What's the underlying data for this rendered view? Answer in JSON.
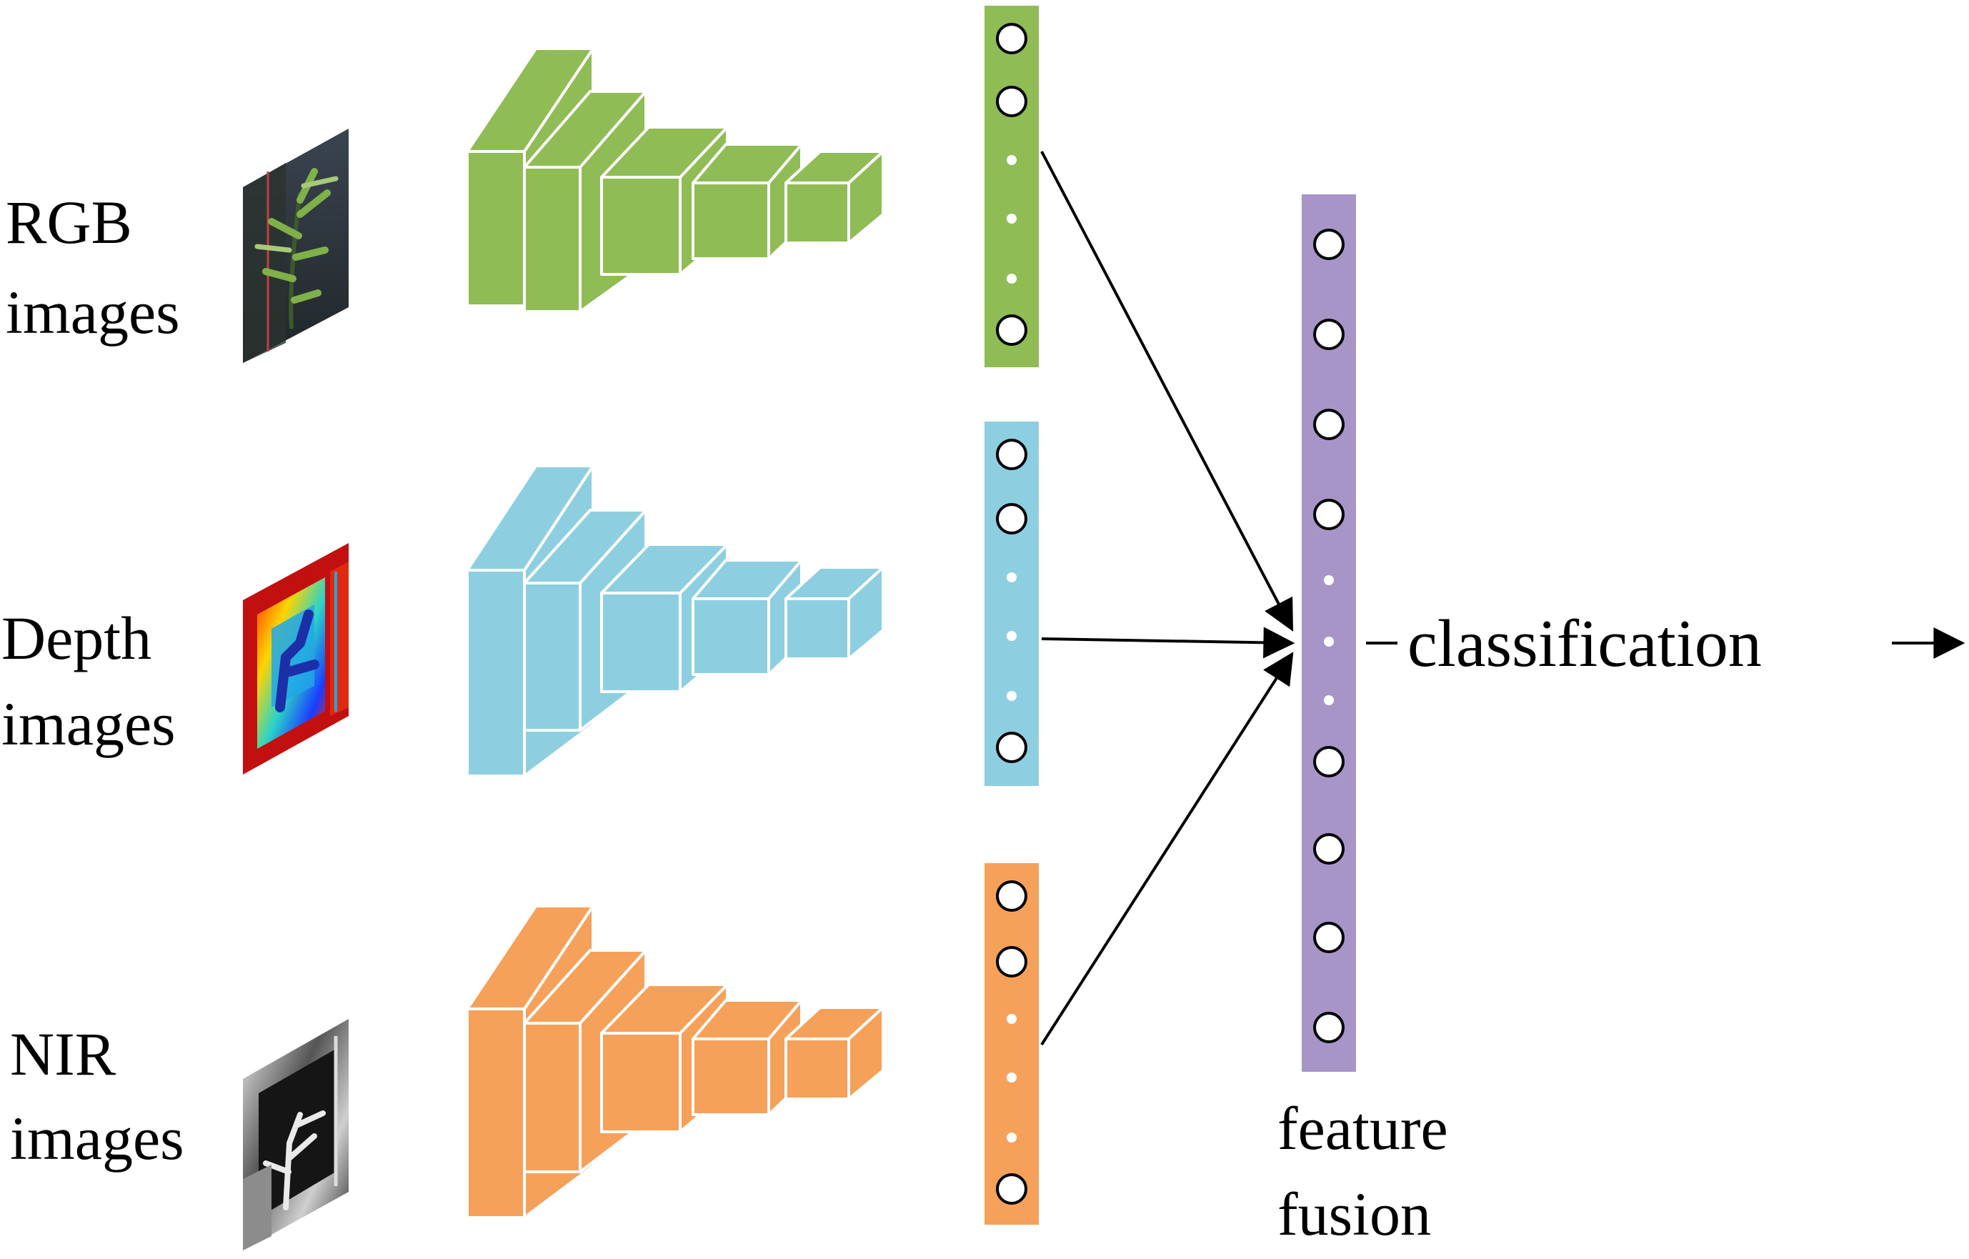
{
  "branches": [
    {
      "label_lines": [
        "RGB",
        "images"
      ],
      "color": "#8fbc55",
      "thumbnail_icon": "rgb-plant-image-icon"
    },
    {
      "label_lines": [
        "Depth",
        "images"
      ],
      "color": "#8dcfe0",
      "thumbnail_icon": "depth-map-image-icon"
    },
    {
      "label_lines": [
        "NIR",
        "images"
      ],
      "color": "#f5a15a",
      "thumbnail_icon": "nir-grayscale-image-icon"
    }
  ],
  "fusion": {
    "label_lines": [
      "feature",
      "fusion"
    ],
    "color": "#a795c8"
  },
  "output": {
    "label": "classification"
  },
  "colors": {
    "arrow": "#000000",
    "text": "#000000",
    "background": "#ffffff"
  }
}
